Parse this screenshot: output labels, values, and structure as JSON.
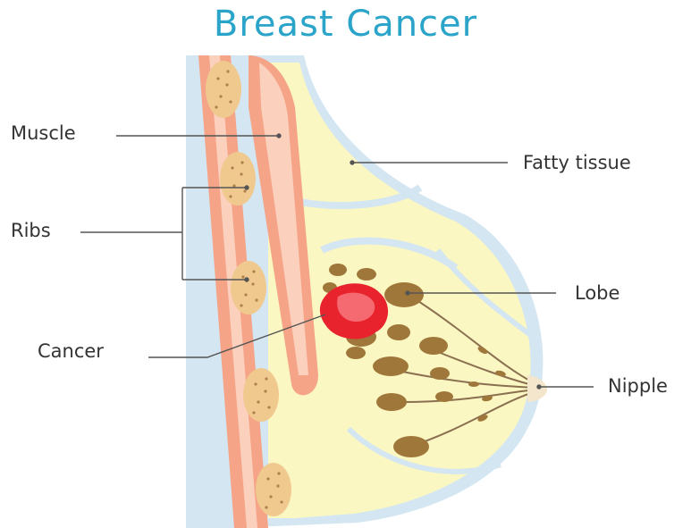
{
  "title": "Breast Cancer",
  "labels": {
    "muscle": "Muscle",
    "ribs": "Ribs",
    "cancer": "Cancer",
    "fatty_tissue": "Fatty tissue",
    "lobe": "Lobe",
    "nipple": "Nipple"
  },
  "colors": {
    "title": "#2aa5c9",
    "fatty_tissue": "#fbf7c2",
    "outline": "#d3e6f2",
    "muscle": "#f5a488",
    "rib": "#f0c98f",
    "lobe": "#a0773a",
    "cancer": "#e8232e",
    "leader_line": "#555555"
  }
}
